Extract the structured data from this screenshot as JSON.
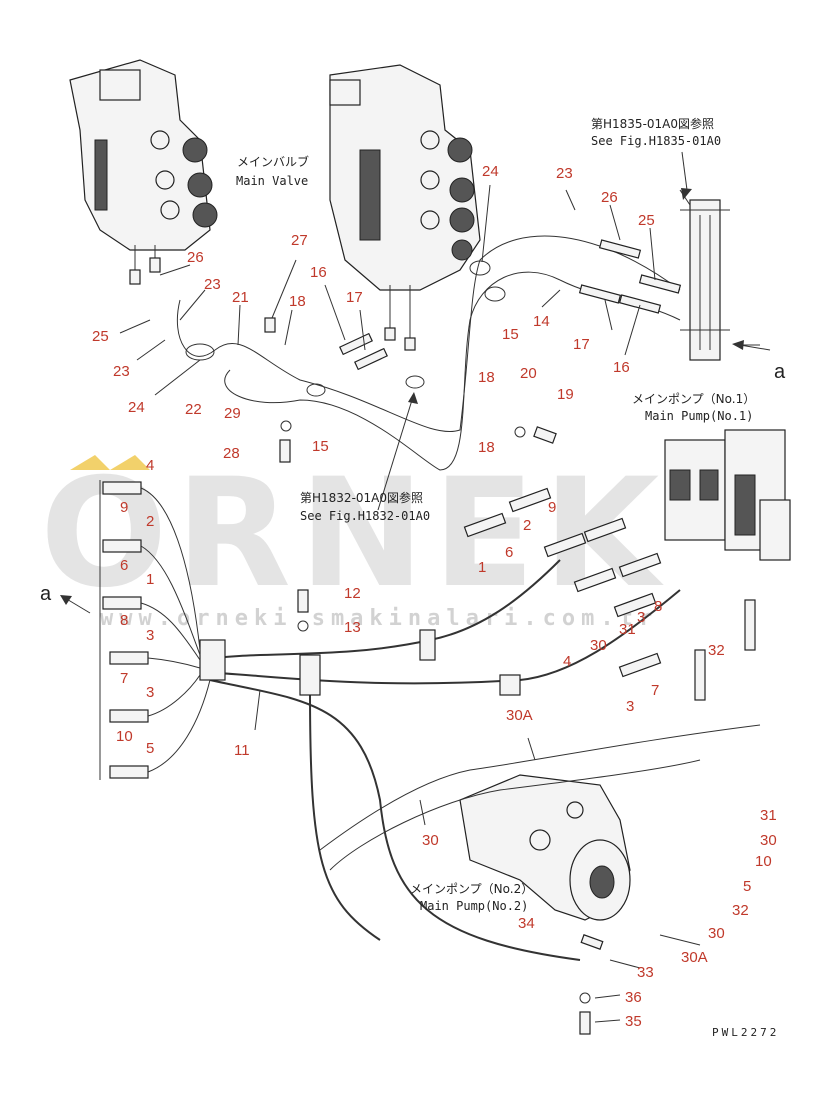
{
  "labels": {
    "main_valve_jp": "メインバルブ",
    "main_valve_en": "Main Valve",
    "fig_h1835_jp": "第H1835-01A0図参照",
    "fig_h1835_en": "See Fig.H1835-01A0",
    "fig_h1832_jp": "第H1832-01A0図参照",
    "fig_h1832_en": "See Fig.H1832-01A0",
    "main_pump1_jp": "メインポンプ（No.1）",
    "main_pump1_en": "Main Pump(No.1)",
    "main_pump2_jp": "メインポンプ（No.2）",
    "main_pump2_en": "Main Pump(No.2)",
    "ref_a_right": "a",
    "ref_a_left": "a",
    "drawing_code": "PWL2272"
  },
  "watermark": {
    "brand": "ORNEK",
    "url": "www.orneki smakinalari.com.tr"
  },
  "part_numbers": [
    "4",
    "9",
    "2",
    "6",
    "1",
    "8",
    "3",
    "7",
    "3",
    "10",
    "5",
    "12",
    "13",
    "11",
    "2",
    "9",
    "6",
    "1",
    "4",
    "30",
    "31",
    "3",
    "8",
    "7",
    "3",
    "32",
    "30A",
    "30",
    "31",
    "30",
    "10",
    "5",
    "32",
    "30",
    "34",
    "30A",
    "33",
    "36",
    "35",
    "27",
    "16",
    "18",
    "17",
    "21",
    "26",
    "23",
    "25",
    "23",
    "24",
    "22",
    "29",
    "28",
    "15",
    "20",
    "19",
    "18",
    "18",
    "24",
    "15",
    "14",
    "17",
    "23",
    "26",
    "25",
    "16"
  ],
  "colors": {
    "callout": "#c0392b",
    "line": "#333333",
    "watermark": "#cfcfcf",
    "accent_yellow": "#f2d16b"
  }
}
